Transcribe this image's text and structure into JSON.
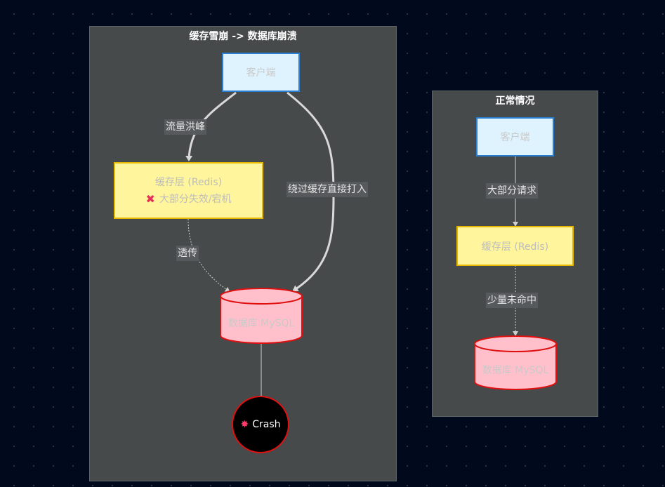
{
  "left_cluster": {
    "title": "缓存雪崩 -> 数据库崩溃",
    "client": "客户端",
    "cache_line1": "缓存层 (Redis)",
    "cache_line2": "大部分失效/宕机",
    "cache_icon": "cross-mark-icon",
    "db": "数据库 MySQL",
    "crash": "Crash",
    "crash_icon": "collision-icon",
    "edge_flood": "流量洪峰",
    "edge_bypass": "绕过缓存直接打入",
    "edge_passthrough": "透传"
  },
  "right_cluster": {
    "title": "正常情况",
    "client": "客户端",
    "cache": "缓存层 (Redis)",
    "db": "数据库 MySQL",
    "edge_most": "大部分请求",
    "edge_miss": "少量未命中"
  },
  "colors": {
    "background": "#010a1d",
    "cluster": "#474a4b",
    "client_fill": "#dff3ff",
    "client_border": "#2a7fd0",
    "cache_fill": "#fff59c",
    "cache_border": "#e6b800",
    "db_fill": "#ffc0cb",
    "db_border": "#e01010",
    "crash_border": "#e01010"
  }
}
